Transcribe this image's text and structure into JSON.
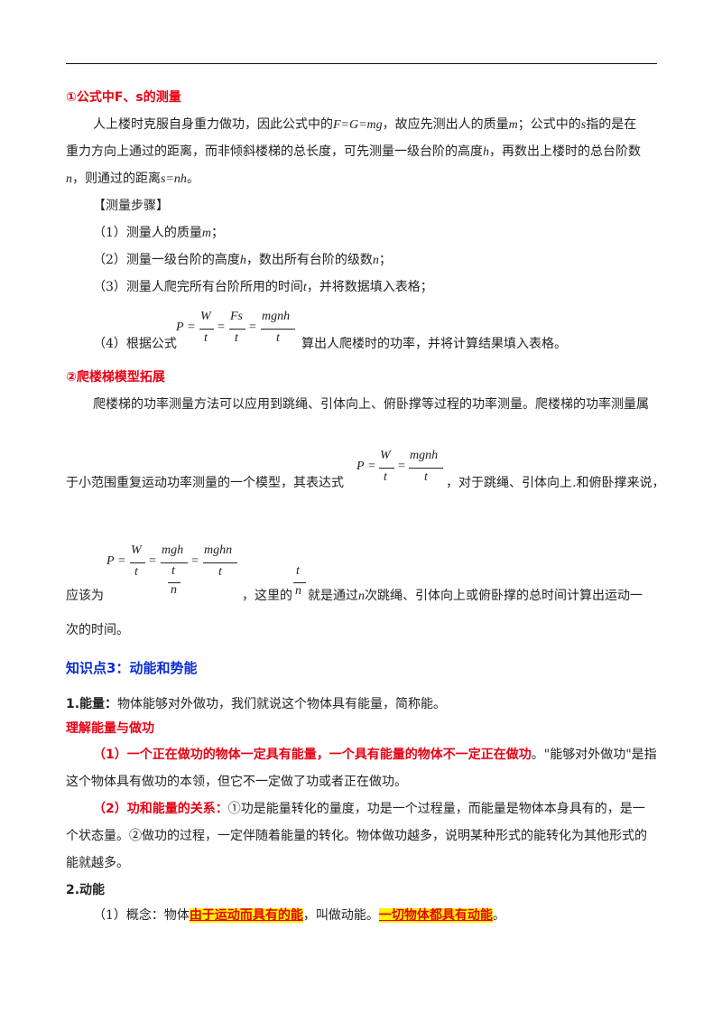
{
  "sec1": {
    "title": "①公式中F、s的测量",
    "p1_l1_a": "人上楼时克服自身重力做功，因此公式中的",
    "p1_l1_b": "F=G=mg",
    "p1_l1_c": "，故应先测出人的质量",
    "p1_l1_d": "m",
    "p1_l1_e": "；公式中的",
    "p1_l1_f": "s",
    "p1_l1_g": "指的是在",
    "p1_l2_a": "重力方向上通过的距离，而非倾斜楼梯的总长度，可先测量一级台阶的高度",
    "p1_l2_b": "h",
    "p1_l2_c": "，再数出上楼时的总台阶数",
    "p1_l3_a": "n",
    "p1_l3_b": "，则通过的距离",
    "p1_l3_c": "s=nh",
    "p1_l3_d": "。",
    "steps_title": "【测量步骤】",
    "s1_a": "（1）测量人的质量",
    "s1_b": "m",
    "s1_c": "；",
    "s2_a": "（2）测量一级台阶的高度",
    "s2_b": "h",
    "s2_c": "，数出所有台阶的级数",
    "s2_d": "n",
    "s2_e": "；",
    "s3_a": "（3）测量人爬完所有台阶所用的时间",
    "s3_b": "t",
    "s3_c": "，并将数据填入表格；",
    "s4_a": "（4）根据公式",
    "s4_b": "算出人爬楼时的功率，并将计算结果填入表格。"
  },
  "sec2": {
    "title": "②爬楼梯模型拓展",
    "l1": "爬楼梯的功率测量方法可以应用到跳绳、引体向上、俯卧撑等过程的功率测量。爬楼梯的功率测量属",
    "l2_a": "于小范围重复运动功率测量的一个模型，其表达式",
    "l2_b": "，对于跳绳、引体向上.和俯卧撑来说，",
    "l3_a": "应该为",
    "l3_b": "，这里的",
    "l3_c": "就是通过",
    "l3_d": "n",
    "l3_e": "次跳绳、引体向上或俯卧撑的总时间计算出运动一",
    "l4": "次的时间。"
  },
  "formulas": {
    "P": "P",
    "eq": "=",
    "W": "W",
    "t": "t",
    "Fs": "Fs",
    "mgnh": "mgnh",
    "mgh": "mgh",
    "mghn": "mghn",
    "n": "n"
  },
  "sec3": {
    "heading": "知识点3：动能和势能",
    "e_title": "1.能量：",
    "e_body": "物体能够对外做功，我们就说这个物体具有能量，简称能。",
    "understand": "理解能量与做功",
    "u1_a": "（1）一个正在做功的物体一定具有能量，一个具有能量的物体不一定正在做功",
    "u1_b": "。\"能够对外做功\"是指",
    "u1_l2": "这个物体具有做功的本领，但它不一定做了功或者正在做功。",
    "u2_a": "（2）功和能量的关系：",
    "u2_b": "①功是能量转化的量度，功是一个过程量，而能量是物体本身具有的，是一",
    "u2_l2": "个状态量。②做功的过程，一定伴随着能量的转化。物体做功越多，说明某种形式的能转化为其他形式的",
    "u2_l3": "能就越多。",
    "ke_title": "2.动能",
    "ke_a": "（1）概念：物体",
    "ke_b": "由于运动而具有的能",
    "ke_c": "，叫做动能。",
    "ke_d": "一切物体都具有动能",
    "ke_e": "。"
  }
}
